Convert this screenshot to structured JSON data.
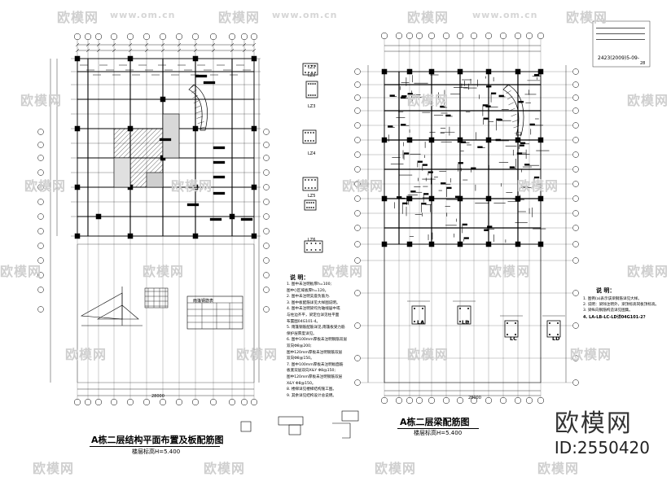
{
  "watermark": {
    "text": "欧模网",
    "url": "www.om.cn"
  },
  "left_sheet": {
    "title": "A栋二层结构平面布置及板配筋图",
    "scale_note": "楼层标高H=5.400",
    "bottom_dimension": "28000",
    "table_title": "雨篷钢筋表"
  },
  "right_sheet": {
    "title": "A栋二层梁配筋图",
    "scale_note": "楼层标高H=5.400",
    "bottom_dimension": "28000",
    "drawing_no": "2423(2009)5-09-",
    "drawing_no_2": "28",
    "beam_sections": [
      "LA",
      "LB",
      "LC",
      "LD"
    ],
    "notes_title": "说  明：",
    "notes": [
      "1.  图例(a)表示该梁钢筋详见大样。",
      "2.  说明：梁除注明外，梁顶标高同板顶标高。",
      "3.  梁纵向钢筋构造详见图集。",
      "4.  LA-LB-LC-LD详04G101-2?"
    ]
  },
  "middle_column": {
    "column_labels": [
      "LZ1",
      "LZ2",
      "LZ3",
      "LZ4",
      "LZ5",
      "LZ6"
    ],
    "notes_title": "说  明：",
    "notes": [
      "1. 图中未注明板厚h=100;",
      "   图中()区域板厚h=120。",
      "2. 图中未注明支座负筋为.",
      "3. 图中板配筋详见大样图说明。",
      "4. 图中未注明梁均为轴线居中或",
      "   与柱边齐平，梁定位详见柱平面",
      "   布置图04G101-4。",
      "5. 雨篷钢筋配筋详见,雨篷板受力筋",
      "   保护层厚度详见。",
      "6. 图中100mm厚板未注明钢筋双层",
      "   双向Φ8@200;",
      "   图中120mm厚板未注明钢筋双层",
      "   双向Φ8@150。",
      "7. 图中100mm厚板未注明板面筋",
      "   板底双层双向X&Y Φ8@150;",
      "   图中120mm厚板未注明钢筋双层",
      "   X&Y Φ8@150。",
      "8. 楼梯详见楼梯结构施工图。",
      "9. 其余详见结构设计总说明。"
    ]
  },
  "brand": {
    "name": "欧模网",
    "id": "ID:2550420"
  }
}
